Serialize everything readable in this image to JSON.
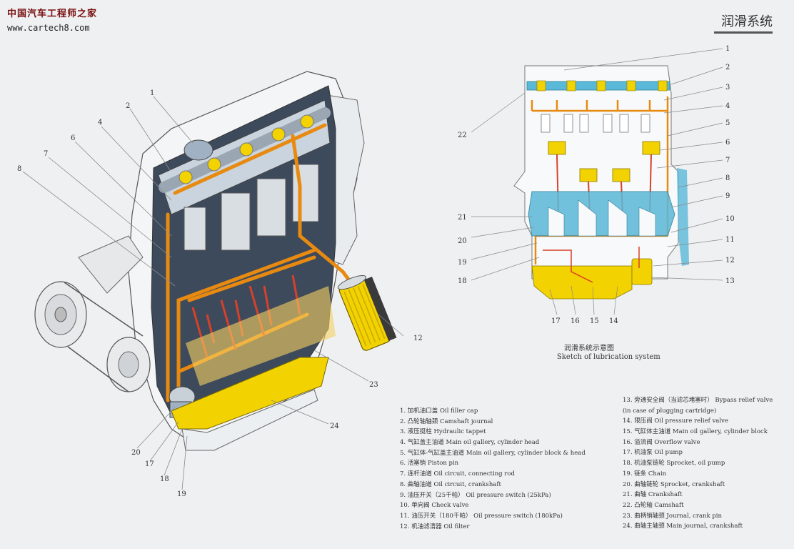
{
  "watermark": {
    "line1": "中国汽车工程师之家",
    "line2": "www.cartech8.com"
  },
  "header": {
    "title": "润滑系统"
  },
  "sketch": {
    "caption_cn": "润滑系统示意图",
    "caption_en": "Sketch of lubrication system"
  },
  "callouts_left": [
    "1",
    "2",
    "4",
    "6",
    "7",
    "8",
    "12",
    "23",
    "24",
    "20",
    "17",
    "18",
    "19"
  ],
  "callouts_right": [
    "1",
    "2",
    "3",
    "4",
    "5",
    "6",
    "7",
    "8",
    "9",
    "10",
    "11",
    "12",
    "13",
    "22",
    "21",
    "20",
    "19",
    "18",
    "17",
    "16",
    "15",
    "14"
  ],
  "legend_left": [
    "1.  加机油口盖  Oil filler cap",
    "2.  凸轮轴轴颈  Camshaft journal",
    "3.  液压挺柱  Hydraulic tappet",
    "4.  气缸盖主油道  Main oil gallery, cylinder head",
    "5.  气缸体-气缸盖主油道  Main oil gallery, cylinder block & head",
    "6.  活塞销  Piston pin",
    "7.  连杆油道  Oil circuit, connecting rod",
    "8.  曲轴油道  Oil circuit, crankshaft",
    "9.  油压开关（25千帕）  Oil pressure switch (25kPa)",
    "10.  单向阀  Check valve",
    "11.  油压开关（180千帕）  Oil pressure switch (180kPa)",
    "12.  机油滤清器  Oil filter"
  ],
  "legend_right": [
    "13.  旁通安全阀（当滤芯堵塞时）  Bypass relief valve",
    "     (in case of plugging cartridge)",
    "14.  限压阀  Oil pressure relief valve",
    "15.  气缸体主油道  Main oil gallery, cylinder block",
    "16.  溢流阀  Overflow valve",
    "17.  机油泵  Oil pump",
    "18.  机油泵链轮  Sprocket, oil pump",
    "19.  链条  Chain",
    "20.  曲轴链轮  Sprocket, crankshaft",
    "21.  曲轴  Crankshaft",
    "22.  凸轮轴  Camshaft",
    "23.  曲柄销轴颈  Journal, crank pin",
    "24.  曲轴主轴颈  Main journal, crankshaft"
  ],
  "colors": {
    "oil_yellow": "#f2d200",
    "oil_orange": "#e88a10",
    "oil_red": "#d8402a",
    "block_cyan": "#5ab8d8",
    "outline": "#444444"
  }
}
